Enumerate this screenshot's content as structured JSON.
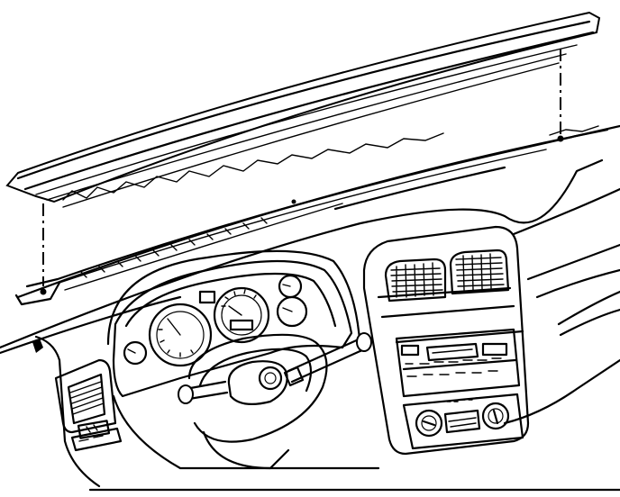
{
  "diagram": {
    "parts": [
      "upper-trim-panel",
      "instrument-panel",
      "instrument-cluster",
      "steering-wheel",
      "center-air-vents",
      "radio",
      "climate-controls",
      "left-air-vent"
    ],
    "lines": [
      "stroke-black"
    ],
    "colors": {
      "ink": "#000000",
      "paper": "#ffffff"
    }
  }
}
